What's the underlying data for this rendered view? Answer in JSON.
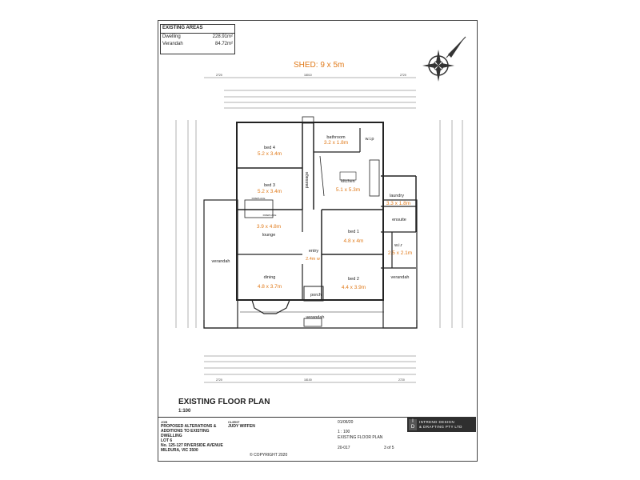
{
  "areas": {
    "title": "EXISTING AREAS",
    "rows": [
      {
        "label": "Dwelling",
        "value": "228.91m²"
      },
      {
        "label": "Verandah",
        "value": "84.72m²"
      }
    ]
  },
  "shed": "SHED: 9 x 5m",
  "rooms": {
    "bed4": {
      "name": "bed 4",
      "size": "5.2 x 3.4m"
    },
    "bed3": {
      "name": "bed 3",
      "size": "5.2 x 3.4m"
    },
    "bathroom": {
      "name": "bathroom",
      "size": "3.2 x 1.8m"
    },
    "wip": {
      "name": "w.i.p"
    },
    "passage": {
      "name": "passage"
    },
    "kitchen": {
      "name": "kitchen",
      "size": "5.1 x 5.3m"
    },
    "laundry": {
      "name": "laundry",
      "size": "3.3 x 1.8m"
    },
    "fireplace1": {
      "name": "FIREPLACE"
    },
    "fireplace2": {
      "name": "FIREPLACE"
    },
    "lounge": {
      "name": "lounge",
      "size": "3.9 x 4.8m"
    },
    "ensuite": {
      "name": "ensuite"
    },
    "bed1": {
      "name": "bed 1",
      "size": "4.8 x 4m"
    },
    "wir": {
      "name": "w.i.r",
      "size": "2.5 x 2.1m"
    },
    "entry": {
      "name": "entry",
      "size": "2.4m w"
    },
    "verandah_left": {
      "name": "verandah"
    },
    "dining": {
      "name": "dining",
      "size": "4.8 x 3.7m"
    },
    "bed2": {
      "name": "bed 2",
      "size": "4.4 x 3.9m"
    },
    "verandah_right": {
      "name": "verandah"
    },
    "porch": {
      "name": "porch"
    },
    "verandah_bottom": {
      "name": "verandah"
    }
  },
  "plan": {
    "title": "EXISTING FLOOR PLAN",
    "scale": "1:100"
  },
  "title_block": {
    "job_label": "JOB",
    "job_lines": [
      "PROPOSED ALTERATIONS &",
      "ADDITIONS TO EXISTING",
      "DWELLING",
      "LOT 6",
      "No. 125-127 RIVERSIDE AVENUE",
      "MILDURA,   VIC 3500"
    ],
    "client_label": "CLIENT",
    "client": "JUDY WIFFEN",
    "copyright": "© COPYRIGHT 2020",
    "sheet_name": "EXISTING FLOOR PLAN",
    "sheet_no": "3 of 5",
    "date": "01/06/20",
    "scale": "1 : 100",
    "job_no": "20-017"
  },
  "brand": {
    "name": "INTREND DESIGN",
    "sub": "& DRAFTING PTY LTD"
  },
  "colors": {
    "accent": "#e07a1a",
    "line": "#333333"
  }
}
